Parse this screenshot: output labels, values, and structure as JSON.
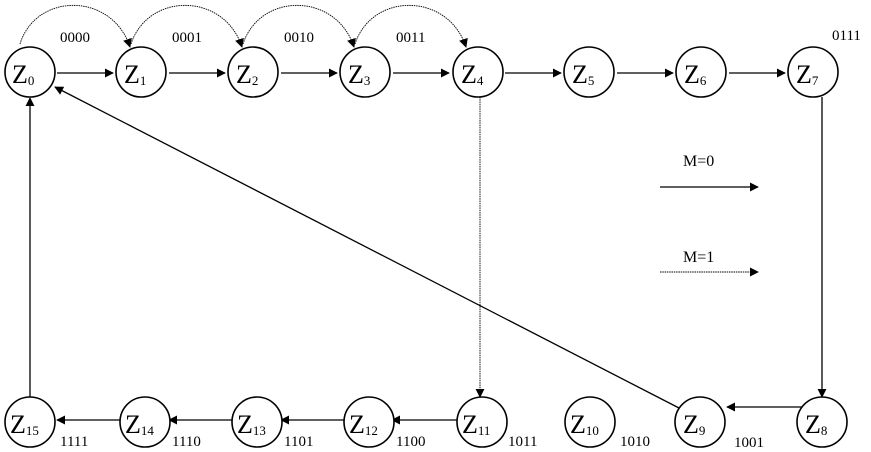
{
  "states": [
    {
      "letter": "Z",
      "sub": "0"
    },
    {
      "letter": "Z",
      "sub": "1"
    },
    {
      "letter": "Z",
      "sub": "2"
    },
    {
      "letter": "Z",
      "sub": "3"
    },
    {
      "letter": "Z",
      "sub": "4"
    },
    {
      "letter": "Z",
      "sub": "5"
    },
    {
      "letter": "Z",
      "sub": "6"
    },
    {
      "letter": "Z",
      "sub": "7"
    },
    {
      "letter": "Z",
      "sub": "8"
    },
    {
      "letter": "Z",
      "sub": "9"
    },
    {
      "letter": "Z",
      "sub": "10"
    },
    {
      "letter": "Z",
      "sub": "11"
    },
    {
      "letter": "Z",
      "sub": "12"
    },
    {
      "letter": "Z",
      "sub": "13"
    },
    {
      "letter": "Z",
      "sub": "14"
    },
    {
      "letter": "Z",
      "sub": "15"
    }
  ],
  "codes": {
    "z0": "0000",
    "z1": "0001",
    "z2": "0010",
    "z3": "0011",
    "z7": "0111",
    "z8": "1001",
    "z10": "1010",
    "z11": "1011",
    "z12": "1100",
    "z13": "1101",
    "z14": "1110",
    "z15": "1111"
  },
  "legend": {
    "m0": "M=0",
    "m1": "M=1"
  }
}
